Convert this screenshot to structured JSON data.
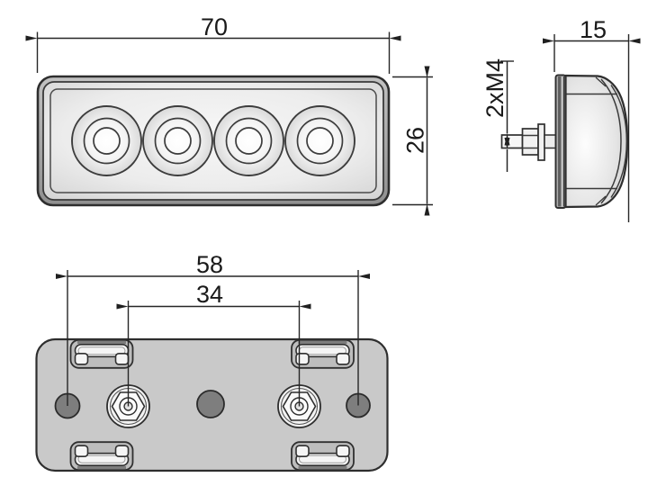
{
  "drawing": {
    "front": {
      "width": "70",
      "height": "26"
    },
    "side": {
      "depth": "15",
      "stud": "2xM4"
    },
    "back": {
      "hole_spacing": "58",
      "stud_spacing": "34"
    }
  },
  "colors": {
    "line": "#2a2a2a",
    "housing_rim": "#adadad",
    "bezel_fill": "#e9e9e9",
    "plate_fill": "#c9c9c9",
    "hole_fill": "#7e7e7e",
    "white_part": "#f4f4f4",
    "background": "#ffffff"
  }
}
